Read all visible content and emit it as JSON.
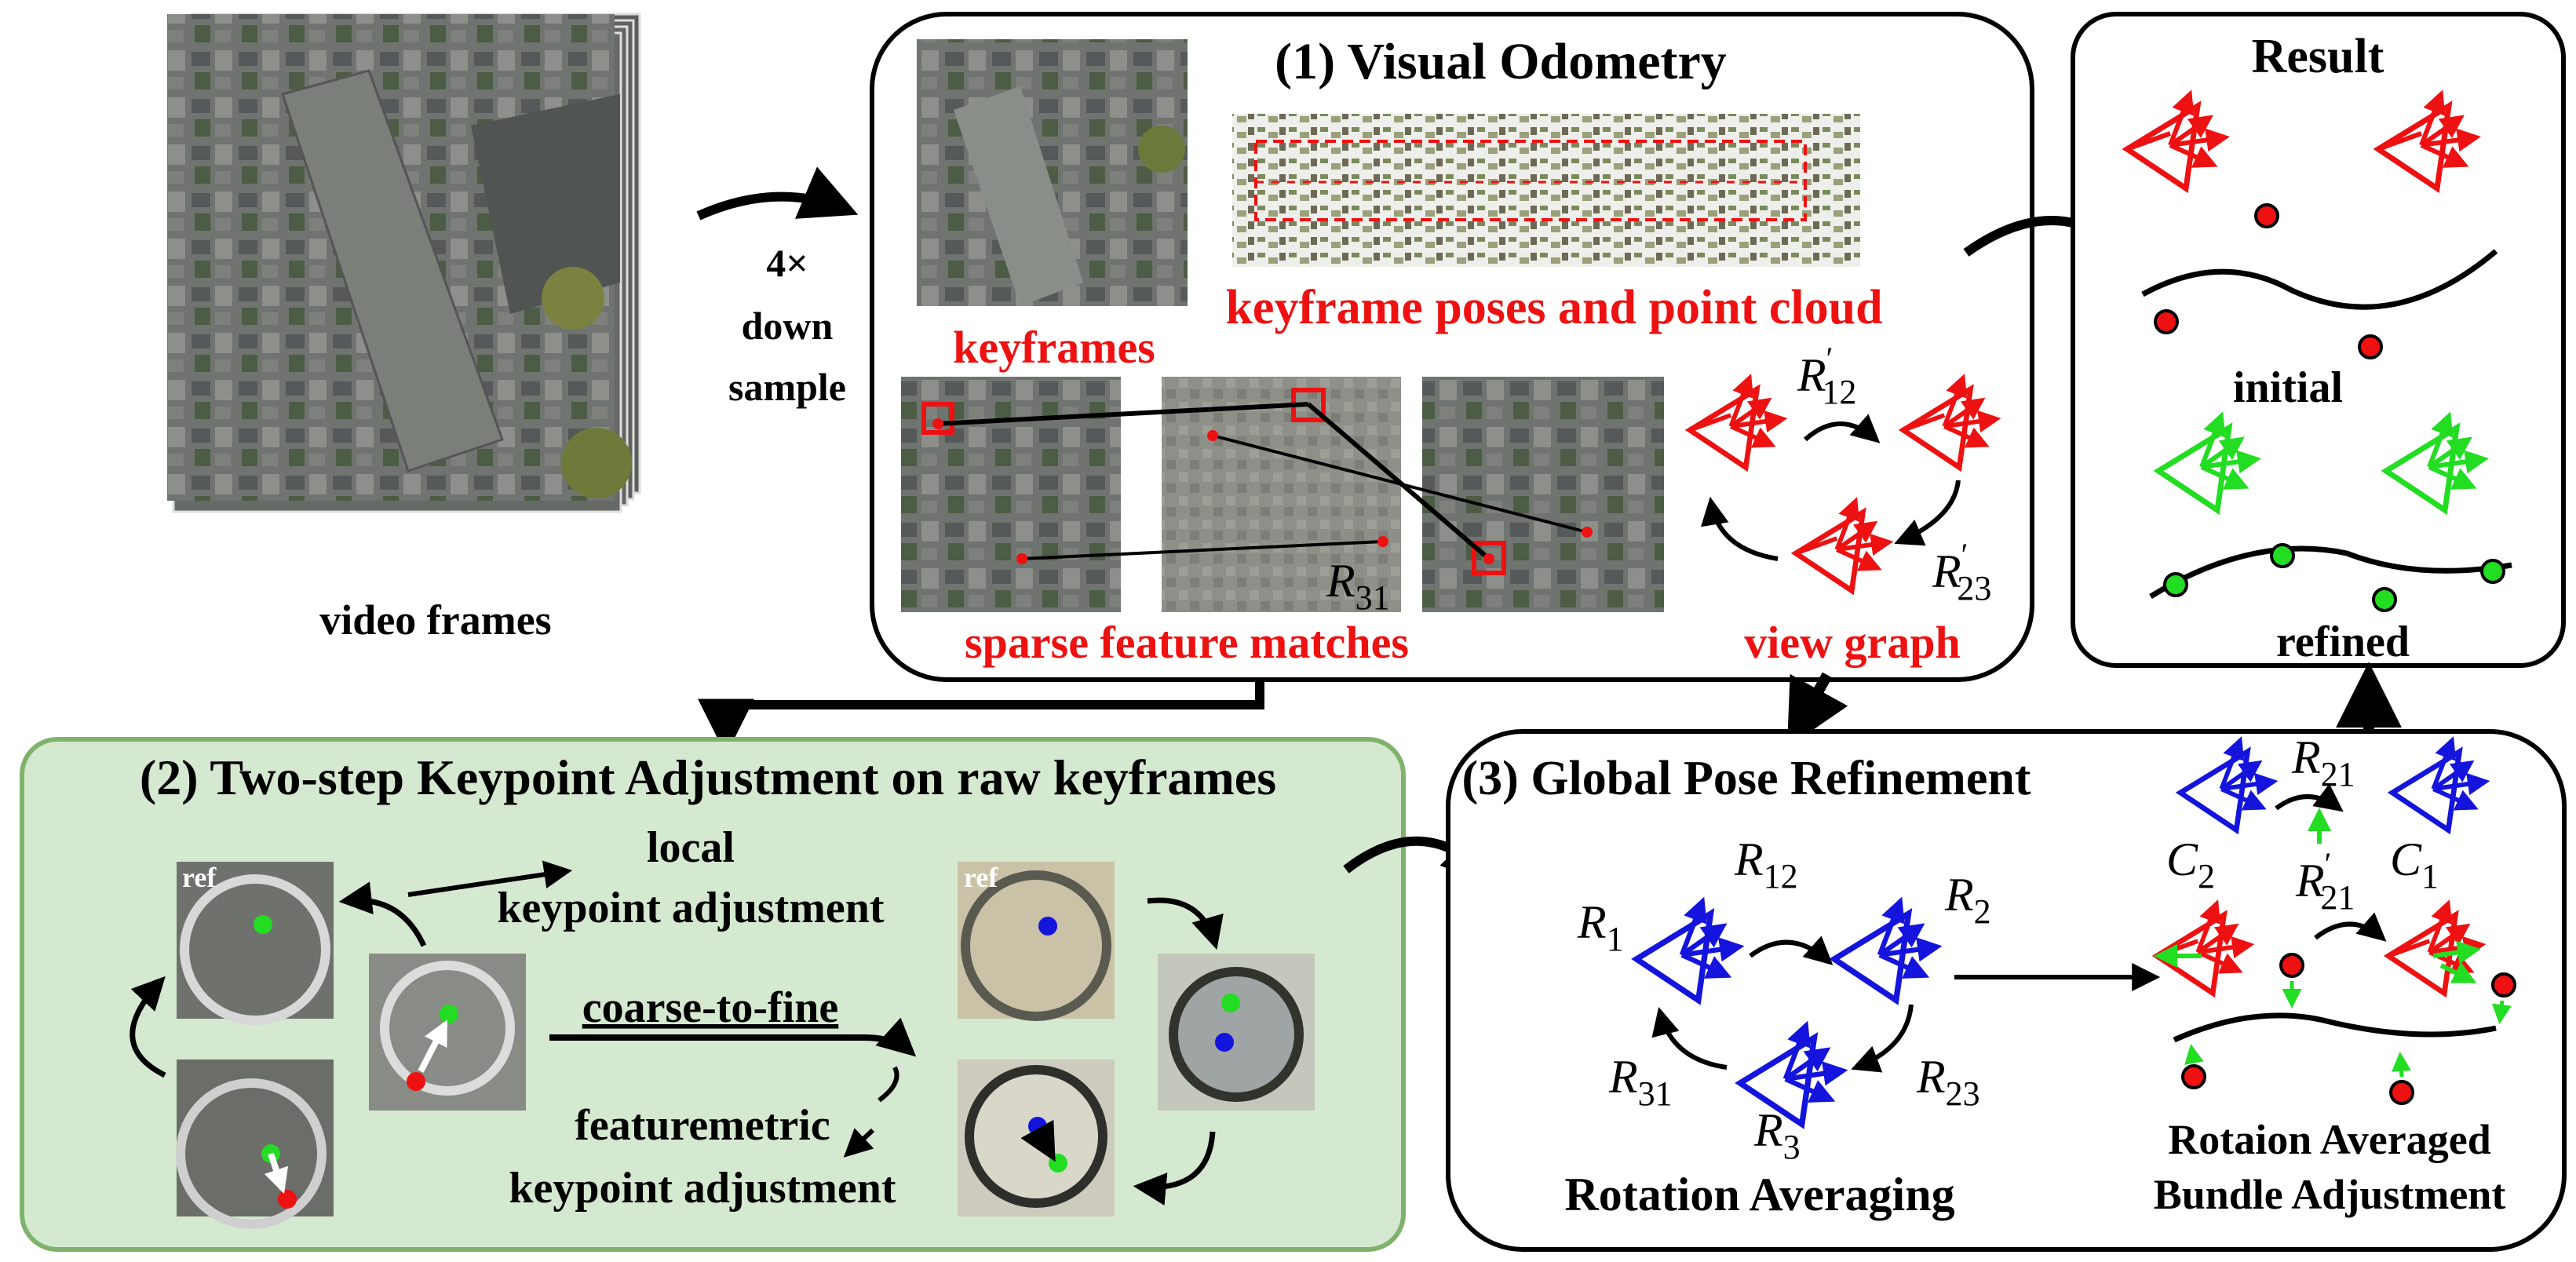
{
  "video": {
    "caption": "video frames",
    "downsample": [
      "4×",
      "down",
      "sample"
    ]
  },
  "vo": {
    "title": "(1) Visual Odometry",
    "keyframes": "keyframes",
    "poses": "keyframe poses and point cloud",
    "sparse": "sparse feature matches",
    "viewgraph": "view graph",
    "r12": "R",
    "r12s": "12",
    "r23": "R",
    "r23s": "23",
    "r31": "R",
    "r31s": "31",
    "prime": "′"
  },
  "result": {
    "title": "Result",
    "initial": "initial",
    "refined": "refined"
  },
  "tka": {
    "title": "(2) Two-step Keypoint Adjustment on raw keyframes",
    "local1": "local",
    "local2": "keypoint adjustment",
    "c2f": "coarse-to-fine",
    "fm1": "featuremetric",
    "fm2": "keypoint adjustment",
    "ref": "ref"
  },
  "gpr": {
    "title": "(3) Global Pose Refinement",
    "R": "R",
    "s1": "1",
    "s2": "2",
    "s3": "3",
    "s12": "12",
    "s23": "23",
    "s31": "31",
    "s21": "21",
    "C": "C",
    "prime": "′",
    "ra": "Rotation Averaging",
    "raba1": "Rotaion Averaged",
    "raba2": "Bundle Adjustment"
  },
  "colors": {
    "red": "#ee1111",
    "green": "#22dd22",
    "blue": "#1414dd",
    "panel_green": "#d5e8d0",
    "panel_green_border": "#7fb36d"
  }
}
